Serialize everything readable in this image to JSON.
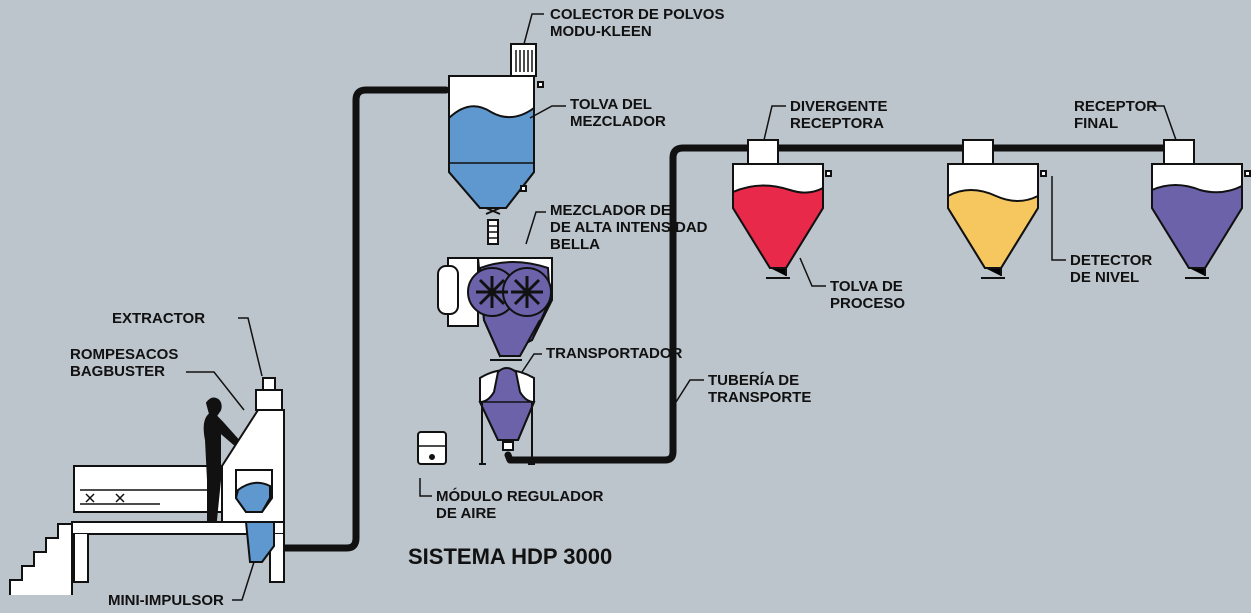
{
  "title": "SISTEMA HDP 3000",
  "labels": {
    "dust_collector": [
      "COLECTOR DE POLVOS",
      "MODU-KLEEN"
    ],
    "mixer_hopper": [
      "TOLVA DEL",
      "MEZCLADOR"
    ],
    "mixer": [
      "MEZCLADOR DE",
      "DE ALTA INTENSIDAD",
      "BELLA"
    ],
    "conveyor": [
      "TRANSPORTADOR"
    ],
    "transport_pipe": [
      "TUBERÍA DE",
      "TRANSPORTE"
    ],
    "air_module": [
      "MÓDULO REGULADOR",
      "DE AIRE"
    ],
    "diverter": [
      "DIVERGENTE",
      "RECEPTORA"
    ],
    "final_receiver": [
      "RECEPTOR",
      "FINAL"
    ],
    "process_hopper": [
      "TOLVA DE",
      "PROCESO"
    ],
    "level_detector": [
      "DETECTOR",
      "DE NIVEL"
    ],
    "extractor": [
      "EXTRACTOR"
    ],
    "bag_breaker": [
      "ROMPESACOS",
      "BAGBUSTER"
    ],
    "mini_blower": [
      "MINI-IMPULSOR"
    ]
  },
  "colors": {
    "background": "#bcc4cc",
    "pipe": "#111111",
    "blue_material": "#5f97cf",
    "purple_material": "#6b62aa",
    "red_material": "#e8294a",
    "yellow_material": "#f5c75e"
  }
}
